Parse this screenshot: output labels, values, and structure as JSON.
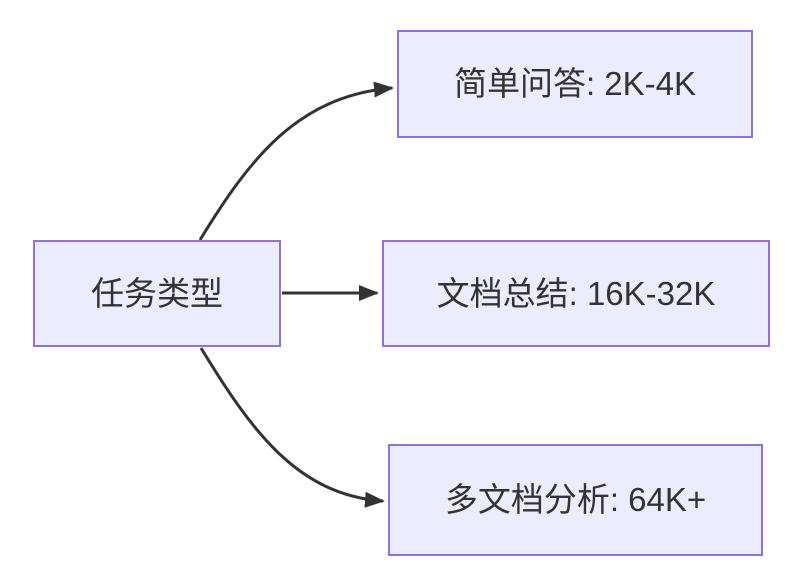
{
  "diagram": {
    "type": "flowchart-left-right",
    "nodes": {
      "root": {
        "id": "root",
        "label": "任务类型"
      },
      "simple_qa": {
        "id": "simple-qa",
        "label": "简单问答: 2K-4K"
      },
      "doc_summary": {
        "id": "doc-summary",
        "label": "文档总结: 16K-32K"
      },
      "multi_doc": {
        "id": "multi-doc",
        "label": "多文档分析: 64K+"
      }
    },
    "edges": [
      {
        "from": "root",
        "to": "simple-qa",
        "style": "curved-up",
        "arrowhead": "filled-triangle"
      },
      {
        "from": "root",
        "to": "doc-summary",
        "style": "straight",
        "arrowhead": "filled-triangle"
      },
      {
        "from": "root",
        "to": "multi-doc",
        "style": "curved-down",
        "arrowhead": "filled-triangle"
      }
    ],
    "colors": {
      "node_fill": "#ECECFF",
      "node_border": "#9370DB",
      "edge": "#333333",
      "text": "#333333",
      "background": "#FFFFFF"
    }
  }
}
